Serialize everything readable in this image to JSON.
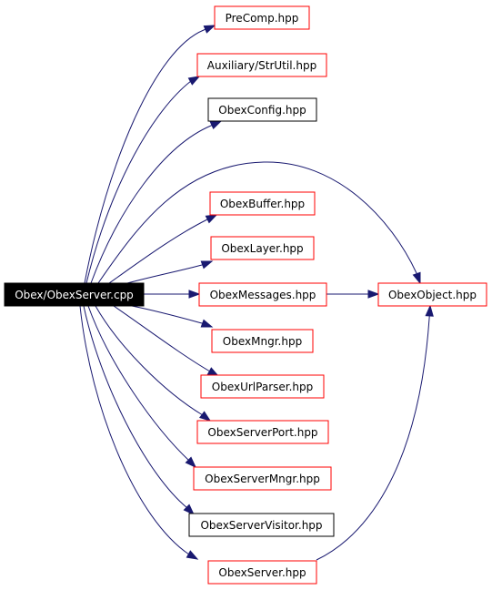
{
  "colors": {
    "root_fill": "#000000",
    "root_text": "#ffffff",
    "normal_fill": "#ffffff",
    "normal_text": "#000000",
    "linked_border": "#ff0000",
    "plain_border": "#000000",
    "edge": "#191970"
  },
  "graph": {
    "root": {
      "label": "Obex/ObexServer.cpp"
    },
    "nodes": [
      {
        "id": "precomp",
        "label": "PreComp.hpp",
        "linked": true
      },
      {
        "id": "strutil",
        "label": "Auxiliary/StrUtil.hpp",
        "linked": true
      },
      {
        "id": "obexconfig",
        "label": "ObexConfig.hpp",
        "linked": false
      },
      {
        "id": "obexbuffer",
        "label": "ObexBuffer.hpp",
        "linked": true
      },
      {
        "id": "obexlayer",
        "label": "ObexLayer.hpp",
        "linked": true
      },
      {
        "id": "obexmessages",
        "label": "ObexMessages.hpp",
        "linked": true
      },
      {
        "id": "obexmngr",
        "label": "ObexMngr.hpp",
        "linked": true
      },
      {
        "id": "obexurlparser",
        "label": "ObexUrlParser.hpp",
        "linked": true
      },
      {
        "id": "obexserverport",
        "label": "ObexServerPort.hpp",
        "linked": true
      },
      {
        "id": "obexservermngr",
        "label": "ObexServerMngr.hpp",
        "linked": true
      },
      {
        "id": "obexservervisitor",
        "label": "ObexServerVisitor.hpp",
        "linked": false
      },
      {
        "id": "obexserver",
        "label": "ObexServer.hpp",
        "linked": true
      },
      {
        "id": "obexobject",
        "label": "ObexObject.hpp",
        "linked": true
      }
    ],
    "edges": [
      {
        "from": "root",
        "to": "precomp"
      },
      {
        "from": "root",
        "to": "strutil"
      },
      {
        "from": "root",
        "to": "obexconfig"
      },
      {
        "from": "root",
        "to": "obexobject"
      },
      {
        "from": "root",
        "to": "obexbuffer"
      },
      {
        "from": "root",
        "to": "obexlayer"
      },
      {
        "from": "root",
        "to": "obexmessages"
      },
      {
        "from": "root",
        "to": "obexmngr"
      },
      {
        "from": "root",
        "to": "obexurlparser"
      },
      {
        "from": "root",
        "to": "obexserverport"
      },
      {
        "from": "root",
        "to": "obexservermngr"
      },
      {
        "from": "root",
        "to": "obexservervisitor"
      },
      {
        "from": "root",
        "to": "obexserver"
      },
      {
        "from": "obexmessages",
        "to": "obexobject"
      },
      {
        "from": "obexserver",
        "to": "obexobject"
      }
    ]
  }
}
